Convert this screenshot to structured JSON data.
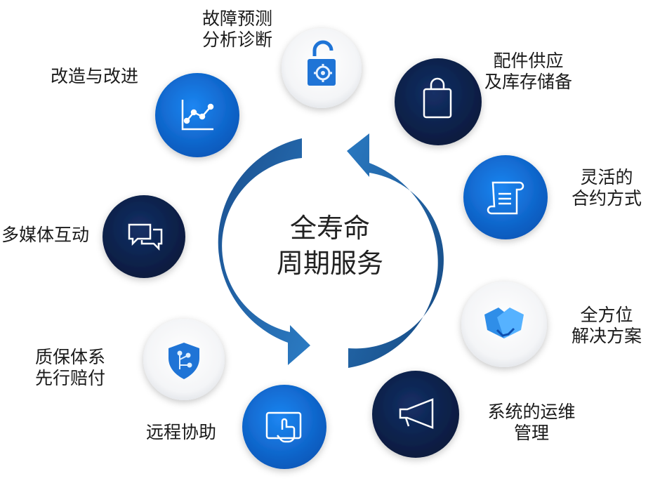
{
  "center": {
    "line1": "全寿命",
    "line2": "周期服务"
  },
  "services": [
    {
      "icon": "unlock-gear-icon",
      "style": "white",
      "lines": [
        "故障预测",
        "分析诊断"
      ]
    },
    {
      "icon": "shopping-bag-icon",
      "style": "navy",
      "lines": [
        "配件供应",
        "及库存储备"
      ]
    },
    {
      "icon": "scroll-document-icon",
      "style": "blue",
      "lines": [
        "灵活的",
        "合约方式"
      ]
    },
    {
      "icon": "handshake-icon",
      "style": "white",
      "lines": [
        "全方位",
        "解决方案"
      ]
    },
    {
      "icon": "megaphone-icon",
      "style": "navy",
      "lines": [
        "系统的运维",
        "管理"
      ]
    },
    {
      "icon": "touch-screen-icon",
      "style": "blue",
      "lines": [
        "远程协助"
      ]
    },
    {
      "icon": "shield-circuit-icon",
      "style": "white",
      "lines": [
        "质保体系",
        "先行赔付"
      ]
    },
    {
      "icon": "chat-bubbles-icon",
      "style": "navy",
      "lines": [
        "多媒体互动"
      ]
    },
    {
      "icon": "line-chart-icon",
      "style": "blue",
      "lines": [
        "改造与改进"
      ]
    }
  ],
  "colors": {
    "navy": "#0c2149",
    "blue": "#0b62c8",
    "arrow_dark": "#0e4a8a",
    "arrow_light": "#2a78c0",
    "icon_blue": "#1f74d6",
    "white_circle": "#ffffff"
  }
}
